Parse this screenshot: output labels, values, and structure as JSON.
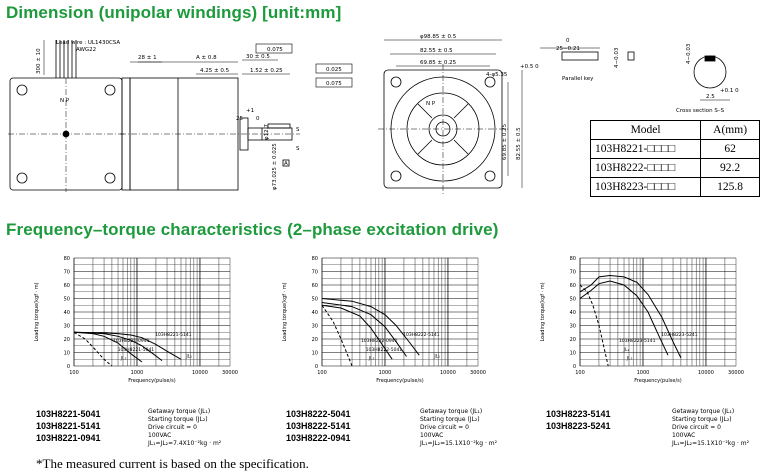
{
  "headings": {
    "dimension": "Dimension (unipolar windings) [unit:mm]",
    "frequency": "Frequency–torque characteristics (2–phase excitation drive)"
  },
  "drawing": {
    "lead_wire": "Lead wire : UL1430CSA",
    "awg": "AWG22",
    "lead_len": "300 ± 10",
    "dim_28": "28 ± 1",
    "dim_A": "A ± 0.8",
    "dim_30": "30 ± 0.5",
    "dim_425": "4.25 ± 0.5",
    "dim_152": "1.52 ± 0.25",
    "tol_0075a": "0.075",
    "tol_0025": "0.025",
    "tol_0075b": "0.075",
    "datum_a": "A",
    "shaft_dia": "φ73.025 ± 0.025",
    "shaft_dia2": "φ12.7",
    "dim_25": "25",
    "dim_plus1": "+1",
    "dim_0": "0",
    "sec_s": "S",
    "np": "N P",
    "dia_9885": "φ98.85 ± 0.5",
    "dim_8255": "82.55 ± 0.5",
    "dim_6985": "69.85 ± 0.25",
    "hole_535": "4-φ5.35",
    "hole_tol": "+0.5 0",
    "dim_6985v": "69.85 ± 0.25",
    "dim_8255v": "82.55 ± 0.5",
    "key_top": "0",
    "key_w": "25−0.21",
    "key_h": "4−0.03",
    "key_label": "Parallel key",
    "cs_dim": "4−0.03",
    "cs_dim2": "2.5",
    "cs_tol": "+0.1 0",
    "cs_label": "Cross section S–S"
  },
  "model_table": {
    "headers": [
      "Model",
      "A(mm)"
    ],
    "rows": [
      {
        "model": "103H8221-□□□□",
        "a": "62"
      },
      {
        "model": "103H8222-□□□□",
        "a": "92.2"
      },
      {
        "model": "103H8223-□□□□",
        "a": "125.8"
      }
    ]
  },
  "chart_data": [
    {
      "type": "line",
      "ylabel": "Loading torque(kgf · m)",
      "xlabel": "Frequency(pulse/s)",
      "x_scale": "log",
      "xlim": [
        100,
        30000
      ],
      "ylim": [
        0,
        80
      ],
      "y_ticks": [
        0,
        10,
        20,
        30,
        40,
        50,
        60,
        70,
        80
      ],
      "x_ticks": [
        "100",
        "1000",
        "10000",
        "30000"
      ],
      "series": [
        {
          "name": "103H8221-5141",
          "style": "solid",
          "x": [
            100,
            300,
            500,
            800,
            1200,
            2000,
            3000,
            5000
          ],
          "y": [
            25,
            24.5,
            24,
            23,
            21,
            16,
            11,
            5
          ]
        },
        {
          "name": "103H8221-0941",
          "style": "solid",
          "x": [
            100,
            200,
            300,
            500,
            800,
            1200
          ],
          "y": [
            25,
            24,
            22,
            17,
            9,
            3
          ]
        },
        {
          "name": "103H8221-5041",
          "style": "solid",
          "x": [
            100,
            300,
            500,
            800,
            1200,
            1800,
            2500
          ],
          "y": [
            25,
            24,
            22,
            19,
            15,
            9,
            4
          ]
        },
        {
          "name": "Starting torque",
          "style": "dashed",
          "x": [
            100,
            150,
            200,
            300,
            400
          ],
          "y": [
            25,
            20,
            14,
            5,
            0
          ]
        }
      ],
      "annotations": [
        "103H8221-5141",
        "103H8221-0941",
        "103H8221-5041",
        "JL₂",
        "JL₁"
      ],
      "models": [
        "103H8221-5041",
        "103H8221-5141",
        "103H8221-0941"
      ]
    },
    {
      "type": "line",
      "ylabel": "Loading torque(kgf · m)",
      "xlabel": "Frequency(pulse/s)",
      "x_scale": "log",
      "xlim": [
        100,
        30000
      ],
      "ylim": [
        0,
        80
      ],
      "y_ticks": [
        0,
        10,
        20,
        30,
        40,
        50,
        60,
        70,
        80
      ],
      "x_ticks": [
        "100",
        "1000",
        "10000",
        "30000"
      ],
      "series": [
        {
          "name": "103H8222-5141",
          "style": "solid",
          "x": [
            100,
            300,
            600,
            1000,
            1500,
            2500,
            3500
          ],
          "y": [
            50,
            48,
            44,
            38,
            30,
            17,
            8
          ]
        },
        {
          "name": "103H8222-0941",
          "style": "solid",
          "x": [
            100,
            200,
            400,
            600,
            900,
            1300
          ],
          "y": [
            45,
            43,
            37,
            28,
            16,
            5
          ]
        },
        {
          "name": "103H8222-5041",
          "style": "solid",
          "x": [
            100,
            300,
            600,
            1000,
            1500,
            2200
          ],
          "y": [
            47,
            44,
            38,
            29,
            18,
            7
          ]
        },
        {
          "name": "Starting torque",
          "style": "dashed",
          "x": [
            100,
            150,
            200,
            250,
            300
          ],
          "y": [
            45,
            33,
            20,
            9,
            0
          ]
        }
      ],
      "annotations": [
        "103H8222-5141",
        "103H8222-0941",
        "103H8222-5041",
        "JL₂",
        "JL₁"
      ],
      "models": [
        "103H8222-5041",
        "103H8222-5141",
        "103H8222-0941"
      ]
    },
    {
      "type": "line",
      "ylabel": "Loading torque(kgf · m)",
      "xlabel": "Frequency(pulse/s)",
      "x_scale": "log",
      "xlim": [
        100,
        30000
      ],
      "ylim": [
        0,
        80
      ],
      "y_ticks": [
        0,
        10,
        20,
        30,
        40,
        50,
        60,
        70,
        80
      ],
      "x_ticks": [
        "100",
        "1000",
        "10000",
        "30000"
      ],
      "series": [
        {
          "name": "103H8223-5241",
          "style": "solid",
          "x": [
            100,
            150,
            200,
            300,
            500,
            800,
            1200,
            2000,
            3000,
            4000
          ],
          "y": [
            55,
            60,
            66,
            67,
            66,
            62,
            53,
            36,
            18,
            6
          ]
        },
        {
          "name": "103H8223-5141",
          "style": "solid",
          "x": [
            100,
            150,
            200,
            300,
            500,
            800,
            1200,
            1800,
            2500
          ],
          "y": [
            50,
            56,
            61,
            63,
            60,
            52,
            40,
            22,
            8
          ]
        },
        {
          "name": "Starting torque",
          "style": "dashed",
          "x": [
            100,
            130,
            160,
            200,
            240,
            280
          ],
          "y": [
            60,
            55,
            45,
            30,
            14,
            0
          ]
        }
      ],
      "annotations": [
        "103H8223-5241",
        "103H8223-5141",
        "JL₁",
        "JL₂"
      ],
      "models": [
        "103H8223-5141",
        "103H8223-5241"
      ]
    }
  ],
  "legends": [
    {
      "getaway": "Getaway torque (JL₁)",
      "starting": "Starting torque (JL₂)",
      "drive": "Drive circuit = 0",
      "volt": "100VAC",
      "jl": "JL₁=JL₂=7.4X10⁻²kg · m²"
    },
    {
      "getaway": "Getaway torque (JL₁)",
      "starting": "Starting torque (JL₂)",
      "drive": "Drive circuit = 0",
      "volt": "100VAC",
      "jl": "JL₁=JL₂=15.1X10⁻²kg · m²"
    },
    {
      "getaway": "Getaway torque (JL₁)",
      "starting": "Starting torque (JL₂)",
      "drive": "Drive circuit = 0",
      "volt": "100VAC",
      "jl": "JL₁=JL₂=15.1X10⁻²kg · m²"
    }
  ],
  "footnote": "*The measured current is based on the specification."
}
